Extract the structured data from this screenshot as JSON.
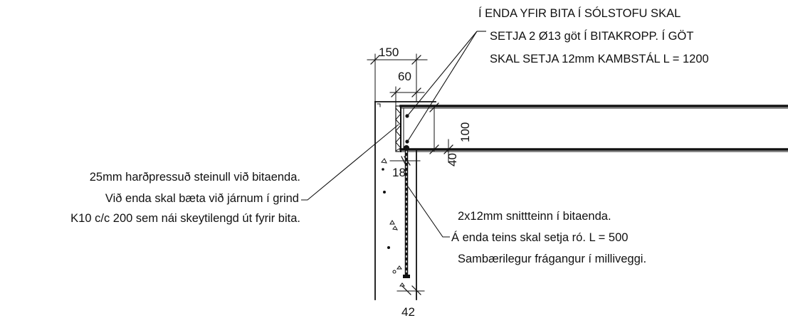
{
  "notes": {
    "top": [
      "Í ENDA YFIR BITA Í SÓLSTOFU SKAL",
      "SETJA 2 Ø13 göt Í BITAKROPP.  Í GÖT",
      "SKAL SETJA 12mm KAMBSTÁL L = 1200"
    ],
    "left": [
      "25mm harðpressuð steinull við bitaenda.",
      "Við enda skal bæta við járnum í grind",
      "K10 c/c 200 sem nái skeytilengd út fyrir bita."
    ],
    "right": [
      "2x12mm snittteinn í bitaenda.",
      "Á enda teins skal setja ró.  L = 500",
      "Sambærilegur frágangur í milliveggi."
    ]
  },
  "dimensions": {
    "d150": "150",
    "d60": "60",
    "d100": "100",
    "d40": "40",
    "d18": "18",
    "d42": "42"
  },
  "colors": {
    "ink": "#111111",
    "background": "#ffffff"
  }
}
